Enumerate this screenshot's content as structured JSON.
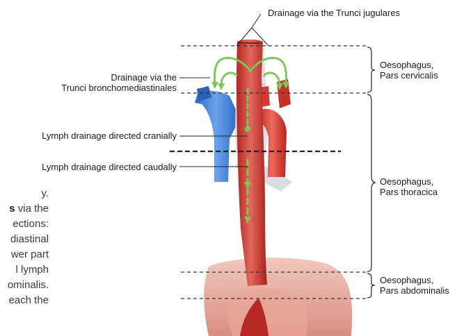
{
  "labels": {
    "trunci_jugulares": "Drainage via the Trunci jugulares",
    "bronchomediastinales_1": "Drainage via the",
    "bronchomediastinales_2": "Trunci bronchomediastinales",
    "cranially": "Lymph drainage directed cranially",
    "caudally": "Lymph drainage directed caudally",
    "cervicalis_1": "Oesophagus,",
    "cervicalis_2": "Pars cervicalis",
    "thoracica_1": "Oesophagus,",
    "thoracica_2": "Pars thoracica",
    "abdominalis_1": "Oesophagus,",
    "abdominalis_2": "Pars abdominalis"
  },
  "truncated_body_text": {
    "line1": "y.",
    "line2_bold": "s",
    "line2_rest": " via the",
    "line3": "ections:",
    "line4": "diastinal",
    "line5": "wer part",
    "line6": "l lymph",
    "line7": "ominalis.",
    "line8": "each the"
  },
  "colors": {
    "esophagus": "#c9302c",
    "esophagus_light": "#e06a5e",
    "vein": "#3d7fd9",
    "artery": "#d6342f",
    "trachea": "#d9dde3",
    "stomach": "#e8b3a8",
    "arrow": "#7fc65a",
    "line": "#333333"
  }
}
